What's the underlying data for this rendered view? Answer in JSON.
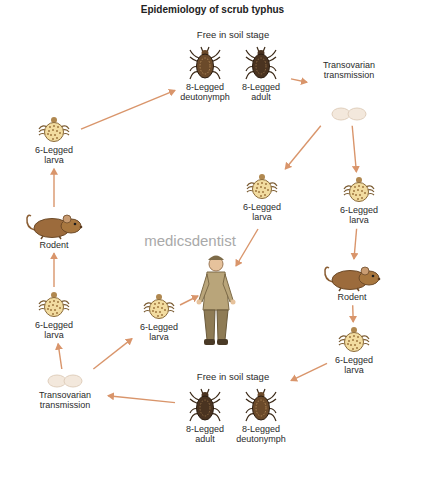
{
  "diagram": {
    "title": "Epidemiology of scrub typhus",
    "nodes": [
      {
        "text": [
          "Free in soil stage"
        ]
      },
      {
        "text": [
          "8-Legged deutonymph"
        ],
        "in": 0
      },
      {
        "text": [
          "8-Legged adult"
        ],
        "in": 0
      },
      {
        "text": [
          "Transovarian transmission"
        ]
      },
      {
        "text": [
          "6-Legged larva"
        ]
      },
      {
        "text": [
          "6-Legged larva"
        ]
      },
      {
        "text": [
          "6-Legged larva"
        ]
      },
      {
        "text": [
          "Rodent"
        ]
      },
      {
        "text": [
          "Rodent"
        ]
      },
      {
        "text": [
          "6-Legged larva"
        ]
      },
      {
        "text": [
          "6-Legged larva"
        ]
      },
      {
        "text": [
          "6-Legged larva"
        ]
      },
      {
        "text": [
          "Transovarian transmission"
        ]
      },
      {
        "text": [
          "Free in soil stage"
        ]
      },
      {
        "text": [
          "8-Legged adult"
        ],
        "in": 13
      },
      {
        "text": [
          "8-Legged deutonymph"
        ],
        "in": 13
      }
    ],
    "edges": [
      {
        "from": 0,
        "to": 3,
        "arrow": "to"
      },
      {
        "from": 3,
        "to": 6,
        "arrow": "to"
      },
      {
        "from": 3,
        "to": 5,
        "arrow": "to"
      },
      {
        "from": 6,
        "to": 8,
        "arrow": "to"
      },
      {
        "from": 8,
        "to": 11,
        "arrow": "to"
      },
      {
        "from": 11,
        "to": 13,
        "arrow": "to"
      },
      {
        "from": 13,
        "to": 12,
        "arrow": "to"
      },
      {
        "from": 12,
        "to": 9,
        "arrow": "to"
      },
      {
        "from": 12,
        "to": 10,
        "arrow": "to"
      },
      {
        "from": 9,
        "to": 7,
        "arrow": "to"
      },
      {
        "from": 7,
        "to": 4,
        "arrow": "to"
      },
      {
        "from": 4,
        "to": 0,
        "arrow": "to"
      }
    ],
    "labels": [
      "medicsdentist"
    ]
  }
}
